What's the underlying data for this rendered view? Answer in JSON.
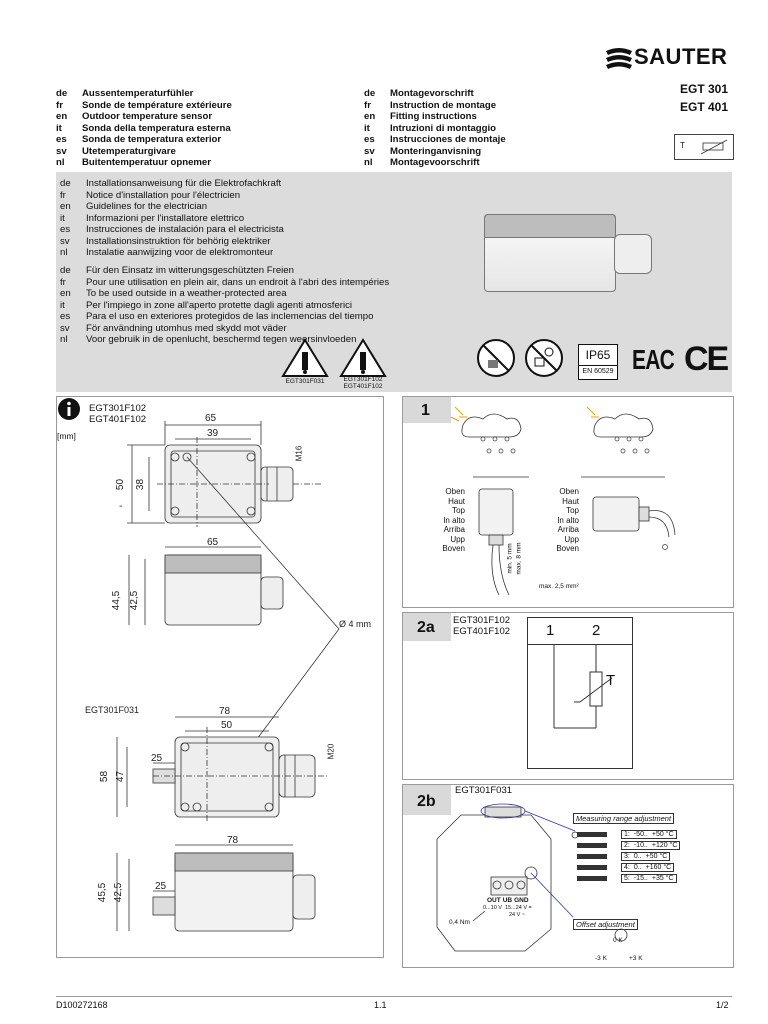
{
  "brand": {
    "logo": "SAUTER"
  },
  "models": [
    "EGT 301",
    "EGT 401"
  ],
  "symbol_box": {
    "label": "T"
  },
  "titles_left": [
    {
      "code": "de",
      "text": "Aussentemperaturfühler"
    },
    {
      "code": "fr",
      "text": "Sonde de température extérieure"
    },
    {
      "code": "en",
      "text": "Outdoor temperature sensor"
    },
    {
      "code": "it",
      "text": "Sonda della temperatura esterna"
    },
    {
      "code": "es",
      "text": "Sonda de temperatura exterior"
    },
    {
      "code": "sv",
      "text": "Utetemperaturgivare"
    },
    {
      "code": "nl",
      "text": "Buitentemperatuur opnemer"
    }
  ],
  "titles_right": [
    {
      "code": "de",
      "text": "Montagevorschrift"
    },
    {
      "code": "fr",
      "text": "Instruction de montage"
    },
    {
      "code": "en",
      "text": "Fitting instructions"
    },
    {
      "code": "it",
      "text": "Intruzioni di montaggio"
    },
    {
      "code": "es",
      "text": "Instrucciones de montaje"
    },
    {
      "code": "sv",
      "text": "Monteringanvisning"
    },
    {
      "code": "nl",
      "text": "Montagevoorschrift"
    }
  ],
  "electrician": [
    {
      "code": "de",
      "text": "Installationsanweisung für die Elektrofachkraft"
    },
    {
      "code": "fr",
      "text": "Notice d'installation pour l'électricien"
    },
    {
      "code": "en",
      "text": "Guidelines for the electrician"
    },
    {
      "code": "it",
      "text": "Informazioni per l'installatore elettrico"
    },
    {
      "code": "es",
      "text": "Instrucciones de instalación para el electricista"
    },
    {
      "code": "sv",
      "text": "Installationsinstruktion för behörig elektriker"
    },
    {
      "code": "nl",
      "text": "Instalatie aanwijzing voor de elektromonteur"
    }
  ],
  "outdoor_use": [
    {
      "code": "de",
      "text": "Für den Einsatz im witterungsgeschützten Freien"
    },
    {
      "code": "fr",
      "text": "Pour une utilisation en plein air, dans un endroit à l'abri des intempéries"
    },
    {
      "code": "en",
      "text": "To be used outside in a weather-protected area"
    },
    {
      "code": "it",
      "text": "Per l'impiego in zone all'aperto protette dagli agenti atmosferici"
    },
    {
      "code": "es",
      "text": "Para el uso en exteriores protegidos de las inclemencias del tiempo"
    },
    {
      "code": "sv",
      "text": "För användning utomhus med skydd mot väder"
    },
    {
      "code": "nl",
      "text": "Voor gebruik in de openlucht, beschermd tegen weersinvloeden"
    }
  ],
  "warning_labels": [
    "EGT301F031",
    "EGT301F102",
    "EGT401F102"
  ],
  "ip": {
    "rating": "IP65",
    "standard": "EN 60529"
  },
  "cert": {
    "eac": "EAC",
    "ce": "CE"
  },
  "dims": {
    "models_a": [
      "EGT301F102",
      "EGT401F102"
    ],
    "unit": "[mm]",
    "d65": "65",
    "d39": "39",
    "d50": "50",
    "d38": "38",
    "m16": "M16",
    "dash": "-",
    "d65b": "65",
    "d445": "44,5",
    "d425": "42,5",
    "hole": "Ø 4 mm",
    "model_b": "EGT301F031",
    "d78": "78",
    "d50b": "50",
    "d25": "25",
    "d58": "58",
    "d47": "47",
    "m20": "M20",
    "d78b": "78",
    "d455": "45,5",
    "d425b": "42,5",
    "d25b": "25"
  },
  "step1": {
    "num": "1",
    "orient": [
      "Oben",
      "Haut",
      "Top",
      "In alto",
      "Arriba",
      "Upp",
      "Boven"
    ],
    "cable_min": "min. 5 mm",
    "cable_max": "max. 8 mm",
    "wire": "max. 2,5 mm²"
  },
  "step2a": {
    "num": "2a",
    "models": [
      "EGT301F102",
      "EGT401F102"
    ],
    "t1": "1",
    "t2": "2",
    "t": "T"
  },
  "step2b": {
    "num": "2b",
    "model": "EGT301F031",
    "range_title": "Measuring range adjustment",
    "ranges": [
      {
        "n": "1:",
        "lo": "-50..",
        "hi": "+50 °C"
      },
      {
        "n": "2:",
        "lo": "-10..",
        "hi": "+120 °C"
      },
      {
        "n": "3:",
        "lo": "0..",
        "hi": "+50 °C"
      },
      {
        "n": "4:",
        "lo": "0..",
        "hi": "+160 °C"
      },
      {
        "n": "5:",
        "lo": "-15..",
        "hi": "+35 °C"
      }
    ],
    "terminals": [
      "OUT",
      "UB",
      "GND"
    ],
    "out_note": "0...10 V",
    "ub_note": "15...24 V =",
    "ub_note2": "24 V ~",
    "torque": "0,4 Nm",
    "offset_title": "Offset adjustment",
    "off0": "0 K",
    "offm": "-3 K",
    "offp": "+3 K"
  },
  "footer": {
    "doc": "D100272168",
    "ver": "1.1",
    "page": "1/2"
  }
}
